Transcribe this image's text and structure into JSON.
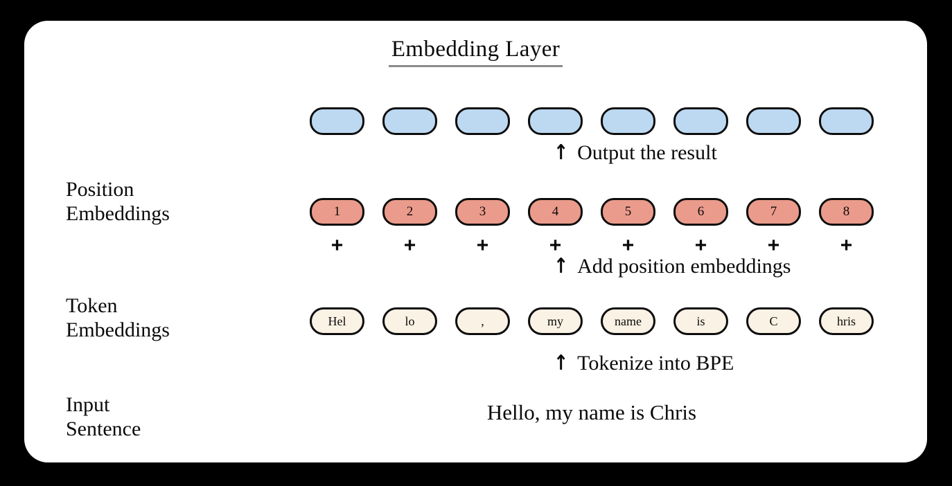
{
  "diagram": {
    "title": "Embedding Layer",
    "background_color": "#000000",
    "card_color": "#ffffff"
  },
  "labels": {
    "position_embeddings": "Position\nEmbeddings",
    "token_embeddings": "Token\nEmbeddings",
    "input_sentence": "Input\nSentence"
  },
  "rows": {
    "output": {
      "name": "output-embeddings",
      "color": "#bdd9f2",
      "cells": [
        "",
        "",
        "",
        "",
        "",
        "",
        "",
        ""
      ]
    },
    "position": {
      "name": "position-embeddings",
      "color": "#eb9b8b",
      "cells": [
        "1",
        "2",
        "3",
        "4",
        "5",
        "6",
        "7",
        "8"
      ]
    },
    "plus": {
      "name": "plus-operators",
      "cells": [
        "+",
        "+",
        "+",
        "+",
        "+",
        "+",
        "+",
        "+"
      ]
    },
    "token": {
      "name": "token-embeddings",
      "color": "#faf2e4",
      "cells": [
        "Hel",
        "lo",
        ",",
        "my",
        "name",
        "is",
        "C",
        "hris"
      ]
    }
  },
  "annotations": {
    "arrow_glyph": "↑",
    "output": "Output the result",
    "add_position": "Add position embeddings",
    "tokenize": "Tokenize into BPE"
  },
  "input": {
    "sentence": "Hello, my name is Chris"
  }
}
